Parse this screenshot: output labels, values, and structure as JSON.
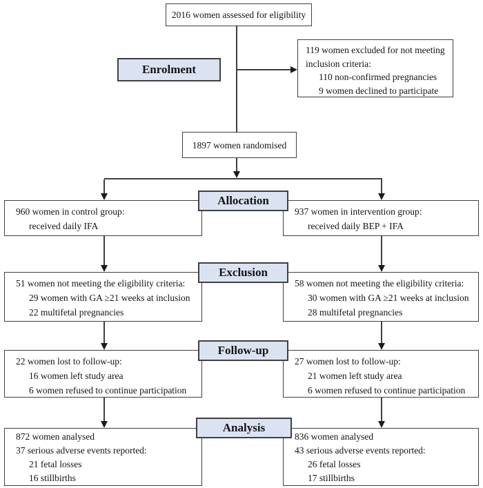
{
  "colors": {
    "stage_fill": "#dbe3f2",
    "border": "#3f3f3f",
    "text": "#141414",
    "background": "#ffffff"
  },
  "enrolment": {
    "assessed": "2016 women assessed for eligibility",
    "stage_label": "Enrolment",
    "excluded": {
      "line1": "119 women excluded for not meeting",
      "line2": "inclusion criteria:",
      "items": [
        "110 non-confirmed pregnancies",
        "9 women declined to participate"
      ]
    },
    "randomised": "1897 women randomised"
  },
  "allocation": {
    "stage_label": "Allocation",
    "control": {
      "line1": "960 women in control group:",
      "line2": "received daily IFA"
    },
    "intervention": {
      "line1": "937 women in intervention group:",
      "line2": "received daily BEP + IFA"
    }
  },
  "exclusion": {
    "stage_label": "Exclusion",
    "control": {
      "line1": "51 women not meeting the eligibility criteria:",
      "items": [
        "29 women with GA ≥21 weeks at inclusion",
        "22 multifetal pregnancies"
      ]
    },
    "intervention": {
      "line1": "58 women not meeting the eligibility criteria:",
      "items": [
        "30 women with GA ≥21 weeks at inclusion",
        "28 multifetal pregnancies"
      ]
    }
  },
  "followup": {
    "stage_label": "Follow-up",
    "control": {
      "line1": "22 women lost to follow-up:",
      "items": [
        "16 women left study area",
        "6 women refused to continue participation"
      ]
    },
    "intervention": {
      "line1": "27 women lost to follow-up:",
      "items": [
        "21 women left study area",
        "6 women refused to continue participation"
      ]
    }
  },
  "analysis": {
    "stage_label": "Analysis",
    "control": {
      "line1": "872 women analysed",
      "line2": "37 serious adverse events reported:",
      "items": [
        "21 fetal losses",
        "16 stillbirths"
      ]
    },
    "intervention": {
      "line1": "836 women analysed",
      "line2": "43 serious adverse events reported:",
      "items": [
        "26 fetal losses",
        "17 stillbirths"
      ]
    }
  }
}
